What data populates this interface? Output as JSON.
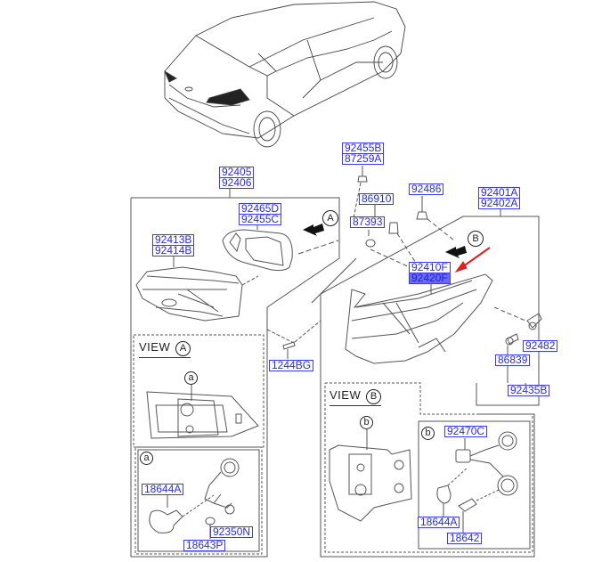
{
  "diagram": {
    "title": "Rear Combination Lamp Parts Diagram",
    "highlight_color": "#6a6af8",
    "label_color": "#3a3aff",
    "arrow_color": "#e02020"
  },
  "labels": {
    "p92455B": "92455B",
    "p87259A": "87259A",
    "p92405": "92405",
    "p92406": "92406",
    "p86910": "86910",
    "p92486": "92486",
    "p92401A": "92401A",
    "p92402A": "92402A",
    "p92465D": "92465D",
    "p92455C": "92455C",
    "p87393": "87393",
    "p92413B": "92413B",
    "p92414B": "92414B",
    "p92410F": "92410F",
    "p92420F": "92420F",
    "p92482": "92482",
    "p86839": "86839",
    "p1244BG": "1244BG",
    "p92435B": "92435B",
    "p92470C": "92470C",
    "p18644A_a": "18644A",
    "p92350N": "92350N",
    "p18643P": "18643P",
    "p18644A_b": "18644A",
    "p18642": "18642"
  },
  "views": {
    "view_a_title": "VIEW",
    "view_a_letter": "A",
    "view_b_title": "VIEW",
    "view_b_letter": "B",
    "detail_a": "a",
    "detail_b": "b",
    "callout_A": "A",
    "callout_B": "B"
  }
}
